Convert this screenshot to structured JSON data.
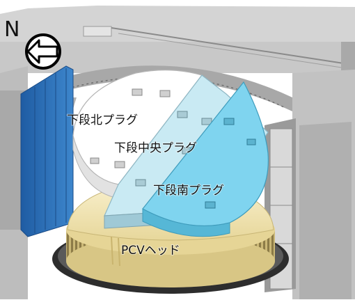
{
  "labels": {
    "north": "N",
    "upper_plug": "下段北プラグ",
    "middle_plug": "下段中央プラグ",
    "lower_plug": "下段南プラグ",
    "pcv_head": "PCVヘッド"
  },
  "colors": {
    "north_plug": "#ffffff",
    "middle_plug": "#c8e9f2",
    "south_plug": "#7fd3ee",
    "pcv_head": "#f3e8b8",
    "blue_shield": "#2f6fb3",
    "concrete": "#b8b8b8"
  },
  "icons": {
    "compass": "north-arrow-icon"
  }
}
